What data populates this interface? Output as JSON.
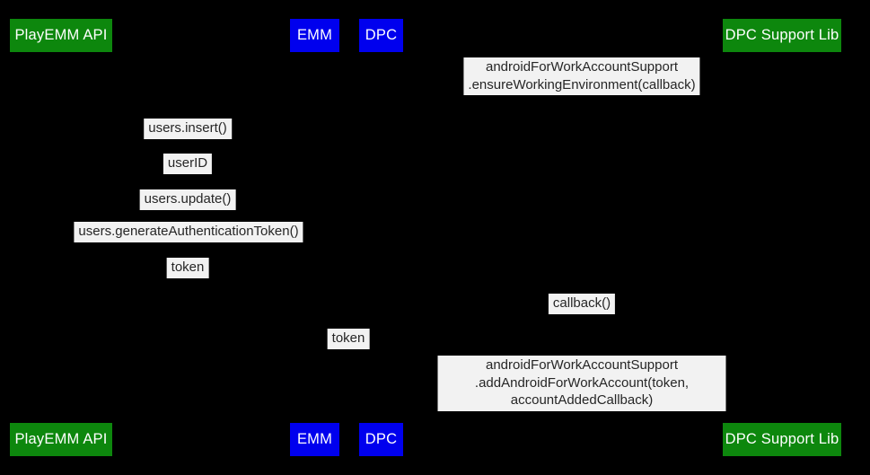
{
  "colors": {
    "background": "#000000",
    "actor_green": "#0d870d",
    "actor_blue": "#0000ee",
    "actor_text": "#ffffff",
    "label_background": "#f2f2f2",
    "label_text": "#262626"
  },
  "actors": [
    {
      "label": "PlayEMM API",
      "color": "#0d870d"
    },
    {
      "label": "EMM",
      "color": "#0000ee"
    },
    {
      "label": "DPC",
      "color": "#0000ee"
    },
    {
      "label": "DPC Support Lib",
      "color": "#0d870d"
    }
  ],
  "messages": [
    {
      "label": "androidForWorkAccountSupport\n.ensureWorkingEnvironment(callback)"
    },
    {
      "label": "users.insert()"
    },
    {
      "label": "userID"
    },
    {
      "label": "users.update()"
    },
    {
      "label": "users.generateAuthenticationToken()"
    },
    {
      "label": "token"
    },
    {
      "label": "callback()"
    },
    {
      "label": "token"
    },
    {
      "label": "androidForWorkAccountSupport\n.addAndroidForWorkAccount(token, accountAddedCallback)"
    }
  ]
}
